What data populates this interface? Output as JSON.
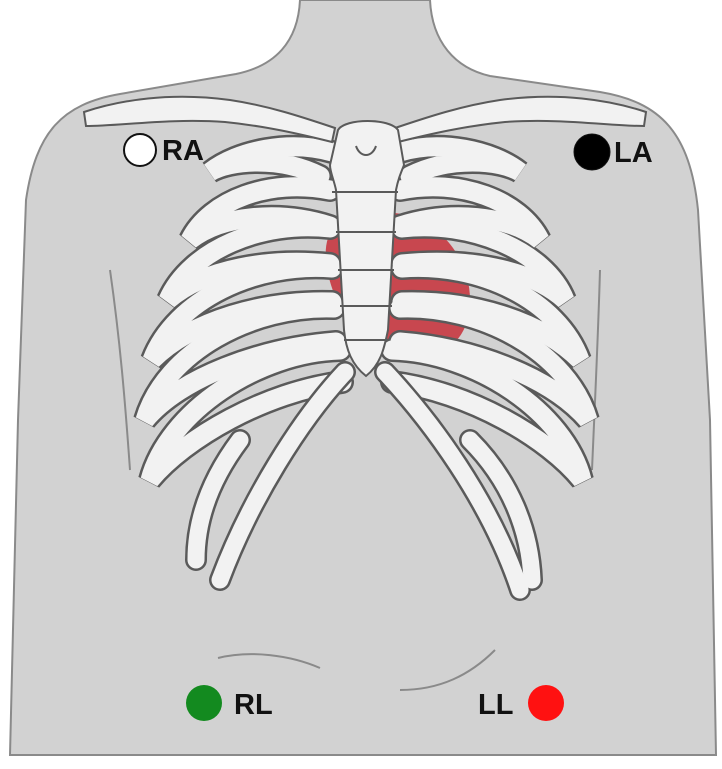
{
  "electrodes": {
    "ra": {
      "label": "RA",
      "color": "#ffffff"
    },
    "la": {
      "label": "LA",
      "color": "#000000"
    },
    "rl": {
      "label": "RL",
      "color": "#138a1f"
    },
    "ll": {
      "label": "LL",
      "color": "#ff1111"
    }
  },
  "colors": {
    "skin": "#d2d2d2",
    "outline": "#8a8a8a",
    "bone": "#f2f2f2",
    "bone_outline": "#5a5a5a",
    "heart": "#c8474f"
  }
}
